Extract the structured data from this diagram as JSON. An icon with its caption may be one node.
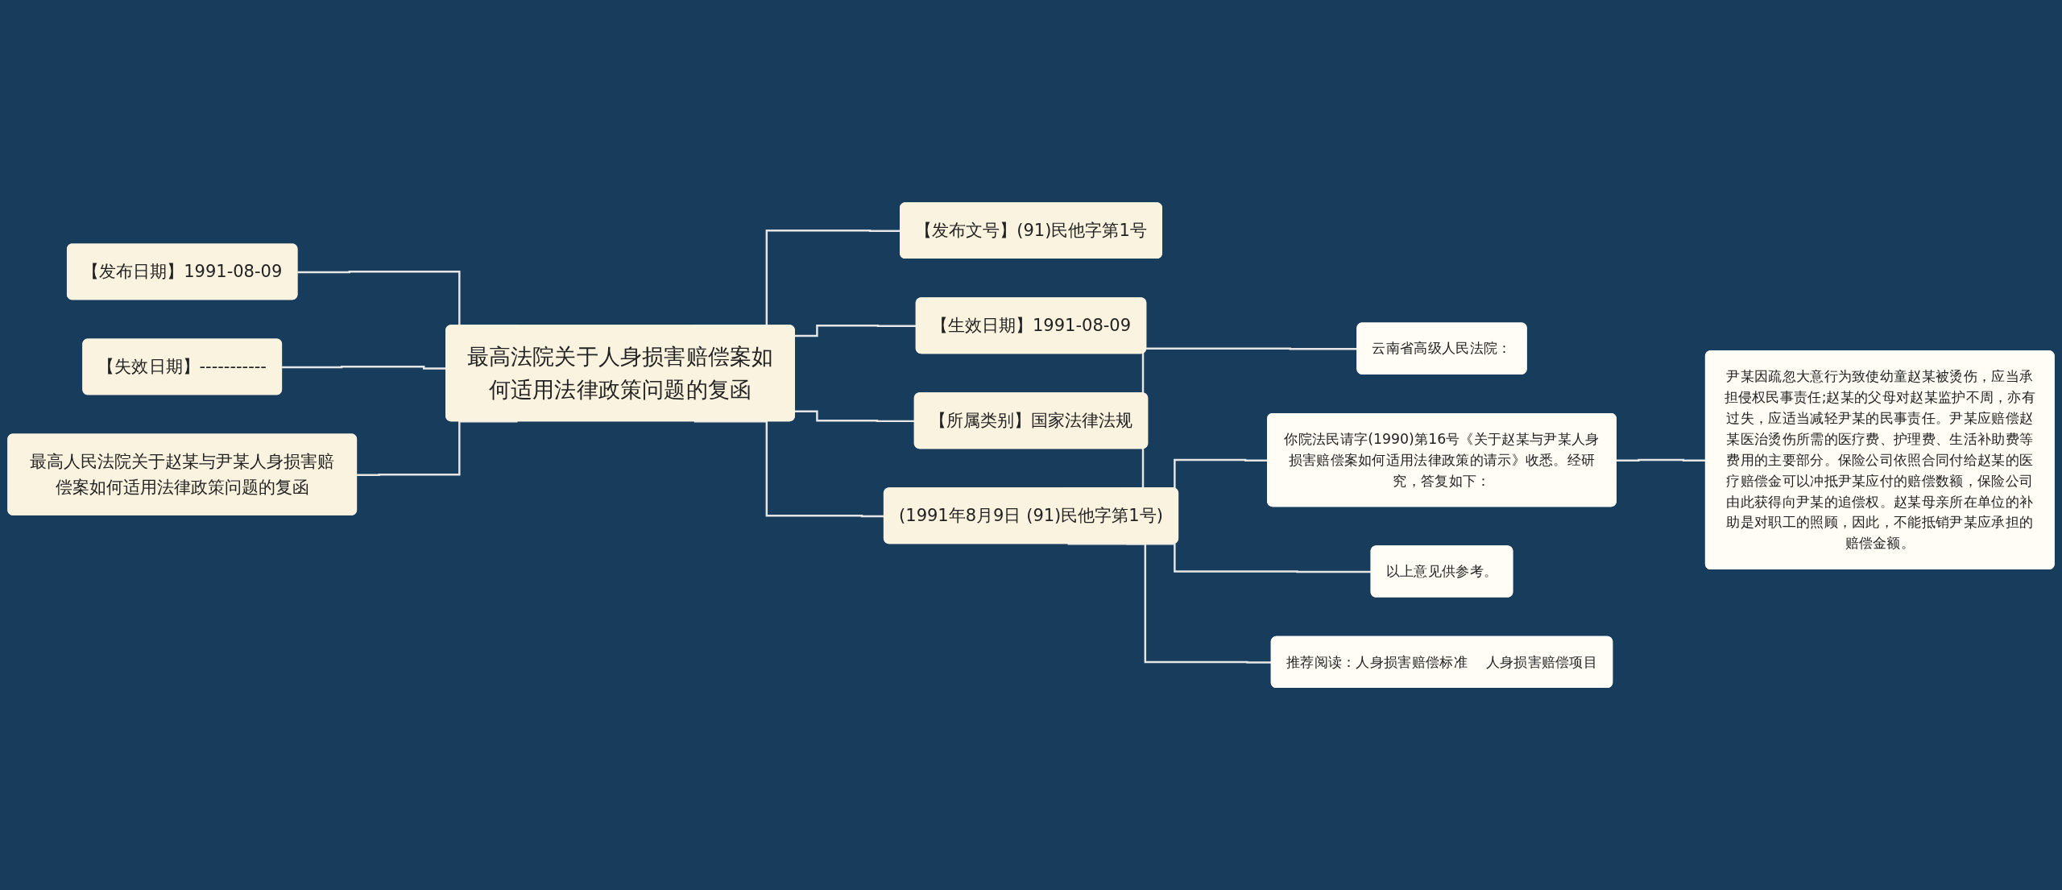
{
  "diagram": {
    "nodes": [
      {
        "text": [
          "最高法院关于人身损害赔偿案如何适用法律政策问题的复函"
        ]
      },
      {
        "text": [
          "【发布日期】1991-08-09"
        ]
      },
      {
        "text": [
          "【失效日期】-----------"
        ]
      },
      {
        "text": [
          "最高人民法院关于赵某与尹某人身损害赔偿案如何适用法律政策问题的复函"
        ]
      },
      {
        "text": [
          "【发布文号】(91)民他字第1号"
        ]
      },
      {
        "text": [
          "【生效日期】1991-08-09"
        ]
      },
      {
        "text": [
          "【所属类别】国家法律法规"
        ]
      },
      {
        "text": [
          "(1991年8月9日 (91)民他字第1号)"
        ]
      },
      {
        "text": [
          "云南省高级人民法院："
        ]
      },
      {
        "text": [
          "你院法民请字(1990)第16号《关于赵某与尹某人身损害赔偿案如何适用法律政策的请示》收悉。经研究，答复如下："
        ]
      },
      {
        "text": [
          "以上意见供参考。"
        ]
      },
      {
        "text": [
          "推荐阅读：人身损害赔偿标准　 人身损害赔偿项目"
        ]
      },
      {
        "text": [
          "尹某因疏忽大意行为致使幼童赵某被烫伤，应当承担侵权民事责任;赵某的父母对赵某监护不周，亦有过失，应适当减轻尹某的民事责任。尹某应赔偿赵某医治烫伤所需的医疗费、护理费、生活补助费等费用的主要部分。保险公司依照合同付给赵某的医疗赔偿金可以冲抵尹某应付的赔偿数额，保险公司由此获得向尹某的追偿权。赵某母亲所在单位的补助是对职工的照顾，因此，不能抵销尹某应承担的赔偿金额。"
        ]
      }
    ],
    "edges": [
      {
        "from": 1,
        "to": 0,
        "arrow": "none"
      },
      {
        "from": 2,
        "to": 0,
        "arrow": "none"
      },
      {
        "from": 3,
        "to": 0,
        "arrow": "none"
      },
      {
        "from": 0,
        "to": 4,
        "arrow": "none"
      },
      {
        "from": 0,
        "to": 5,
        "arrow": "none"
      },
      {
        "from": 0,
        "to": 6,
        "arrow": "none"
      },
      {
        "from": 0,
        "to": 7,
        "arrow": "none"
      },
      {
        "from": 7,
        "to": 8,
        "arrow": "none"
      },
      {
        "from": 7,
        "to": 9,
        "arrow": "none"
      },
      {
        "from": 7,
        "to": 10,
        "arrow": "none"
      },
      {
        "from": 7,
        "to": 11,
        "arrow": "none"
      },
      {
        "from": 9,
        "to": 12,
        "arrow": "none"
      }
    ]
  }
}
